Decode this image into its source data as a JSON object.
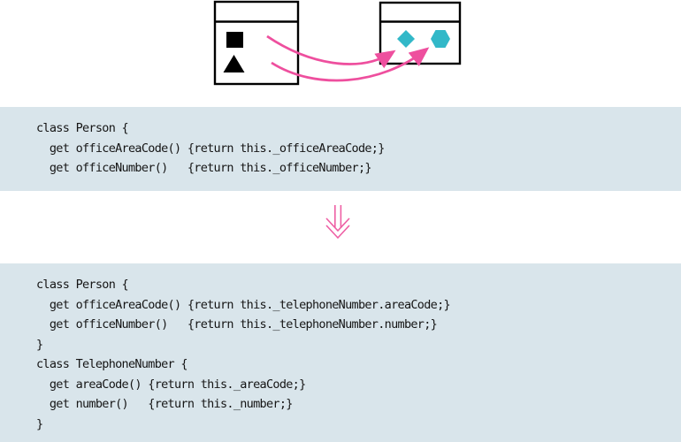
{
  "figure": {
    "kind": "refactoring-figure",
    "colors": {
      "code_background": "#d9e5eb",
      "code_text": "#151515",
      "arrow_pink": "#ee4f9e",
      "shape_cyan": "#32b8c8",
      "shape_black": "#000000",
      "box_border": "#000000"
    }
  },
  "diagram": {
    "source_class_box": {
      "header_label": "",
      "shapes": [
        "black-square",
        "black-triangle"
      ]
    },
    "target_class_box": {
      "header_label": "",
      "shapes": [
        "cyan-diamond",
        "cyan-hexagon"
      ]
    },
    "move_arrows": [
      {
        "from": "black-square",
        "to": "cyan-diamond"
      },
      {
        "from": "black-triangle",
        "to": "cyan-hexagon"
      }
    ]
  },
  "code_before": {
    "lines": [
      "class Person {",
      "  get officeAreaCode() {return this._officeAreaCode;}",
      "  get officeNumber()   {return this._officeNumber;}"
    ]
  },
  "transform_arrow": {
    "direction": "down"
  },
  "code_after": {
    "lines": [
      "class Person {",
      "  get officeAreaCode() {return this._telephoneNumber.areaCode;}",
      "  get officeNumber()   {return this._telephoneNumber.number;}",
      "}",
      "class TelephoneNumber {",
      "  get areaCode() {return this._areaCode;}",
      "  get number()   {return this._number;}",
      "}"
    ]
  }
}
